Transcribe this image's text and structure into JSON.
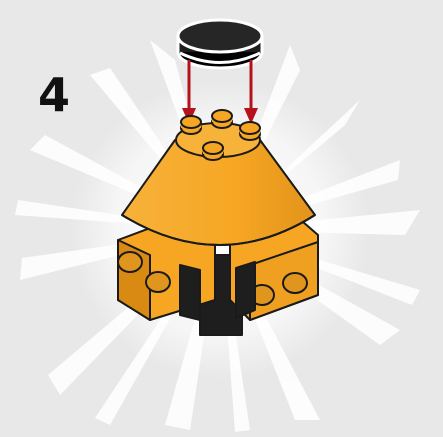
{
  "instruction": {
    "step_number": "4"
  },
  "colors": {
    "background": "#e8e8e8",
    "burst": "#ffffff",
    "part_orange": "#f6a623",
    "part_orange_dark": "#d98a12",
    "part_black": "#1e1e1e",
    "arrow_red": "#b5121b"
  },
  "icons": {
    "new_part": "round-black-tile",
    "direction": "red-down-arrow"
  }
}
